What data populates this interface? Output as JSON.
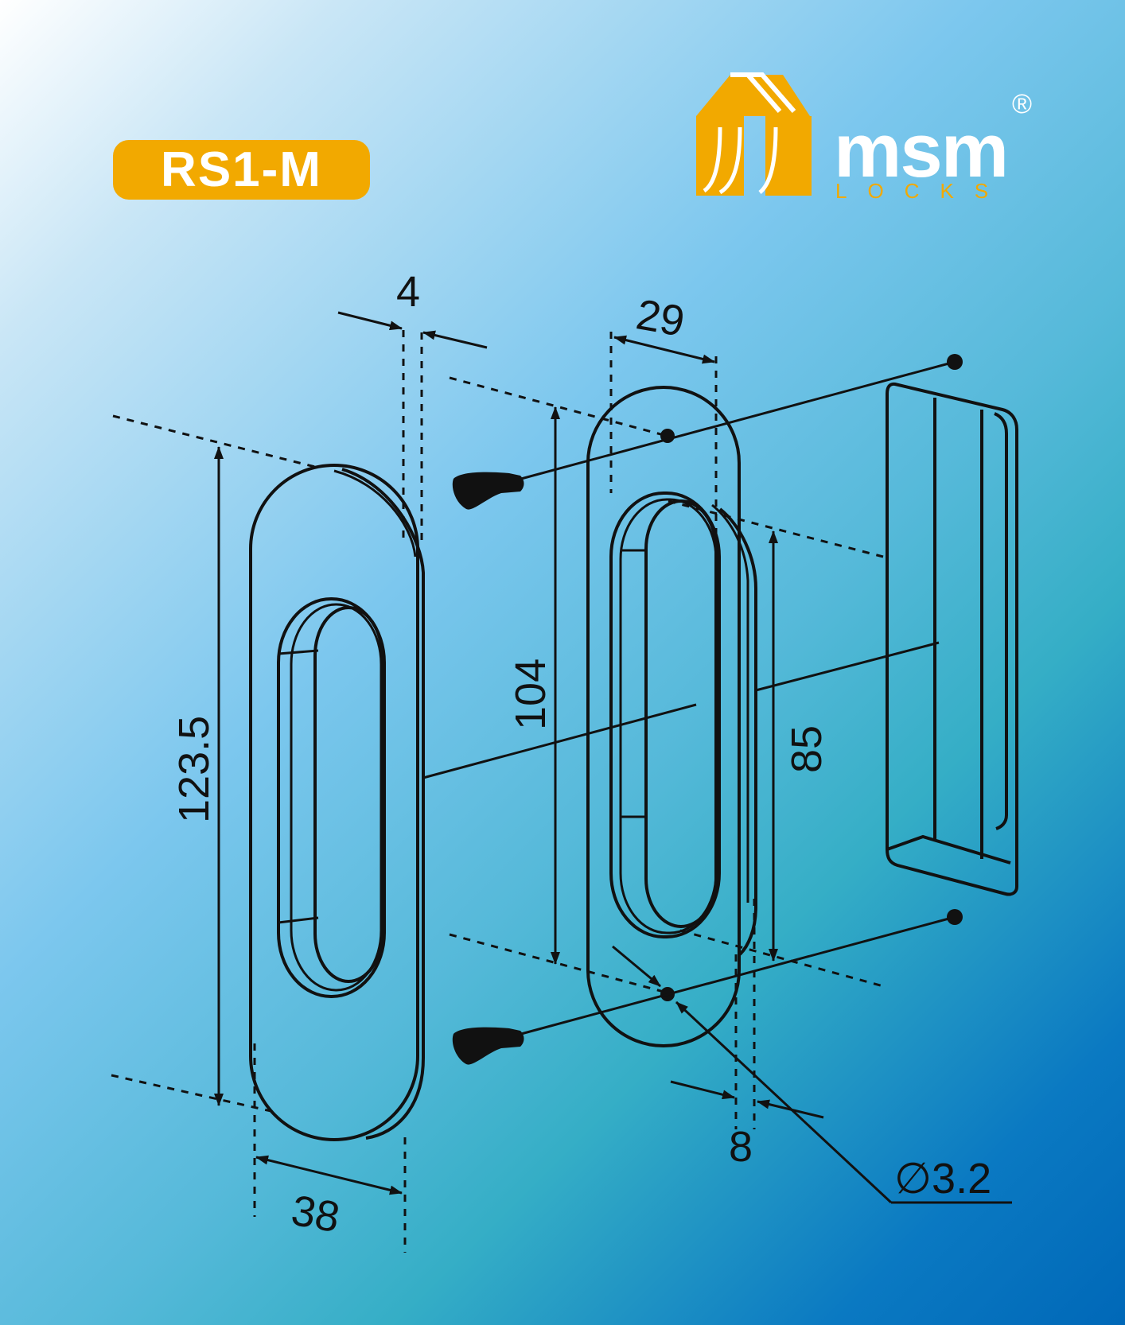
{
  "product_code": "RS1-M",
  "brand": {
    "name": "msm",
    "sub": "LOCKS",
    "registered_mark": "®",
    "colors": {
      "orange": "#f2a900",
      "white": "#ffffff"
    }
  },
  "dimensions": {
    "thickness": "4",
    "inner_width": "29",
    "height": "123.5",
    "hole_spacing": "104",
    "inner_height": "85",
    "outer_width": "38",
    "depth": "8",
    "hole_diameter": "∅3.2"
  }
}
